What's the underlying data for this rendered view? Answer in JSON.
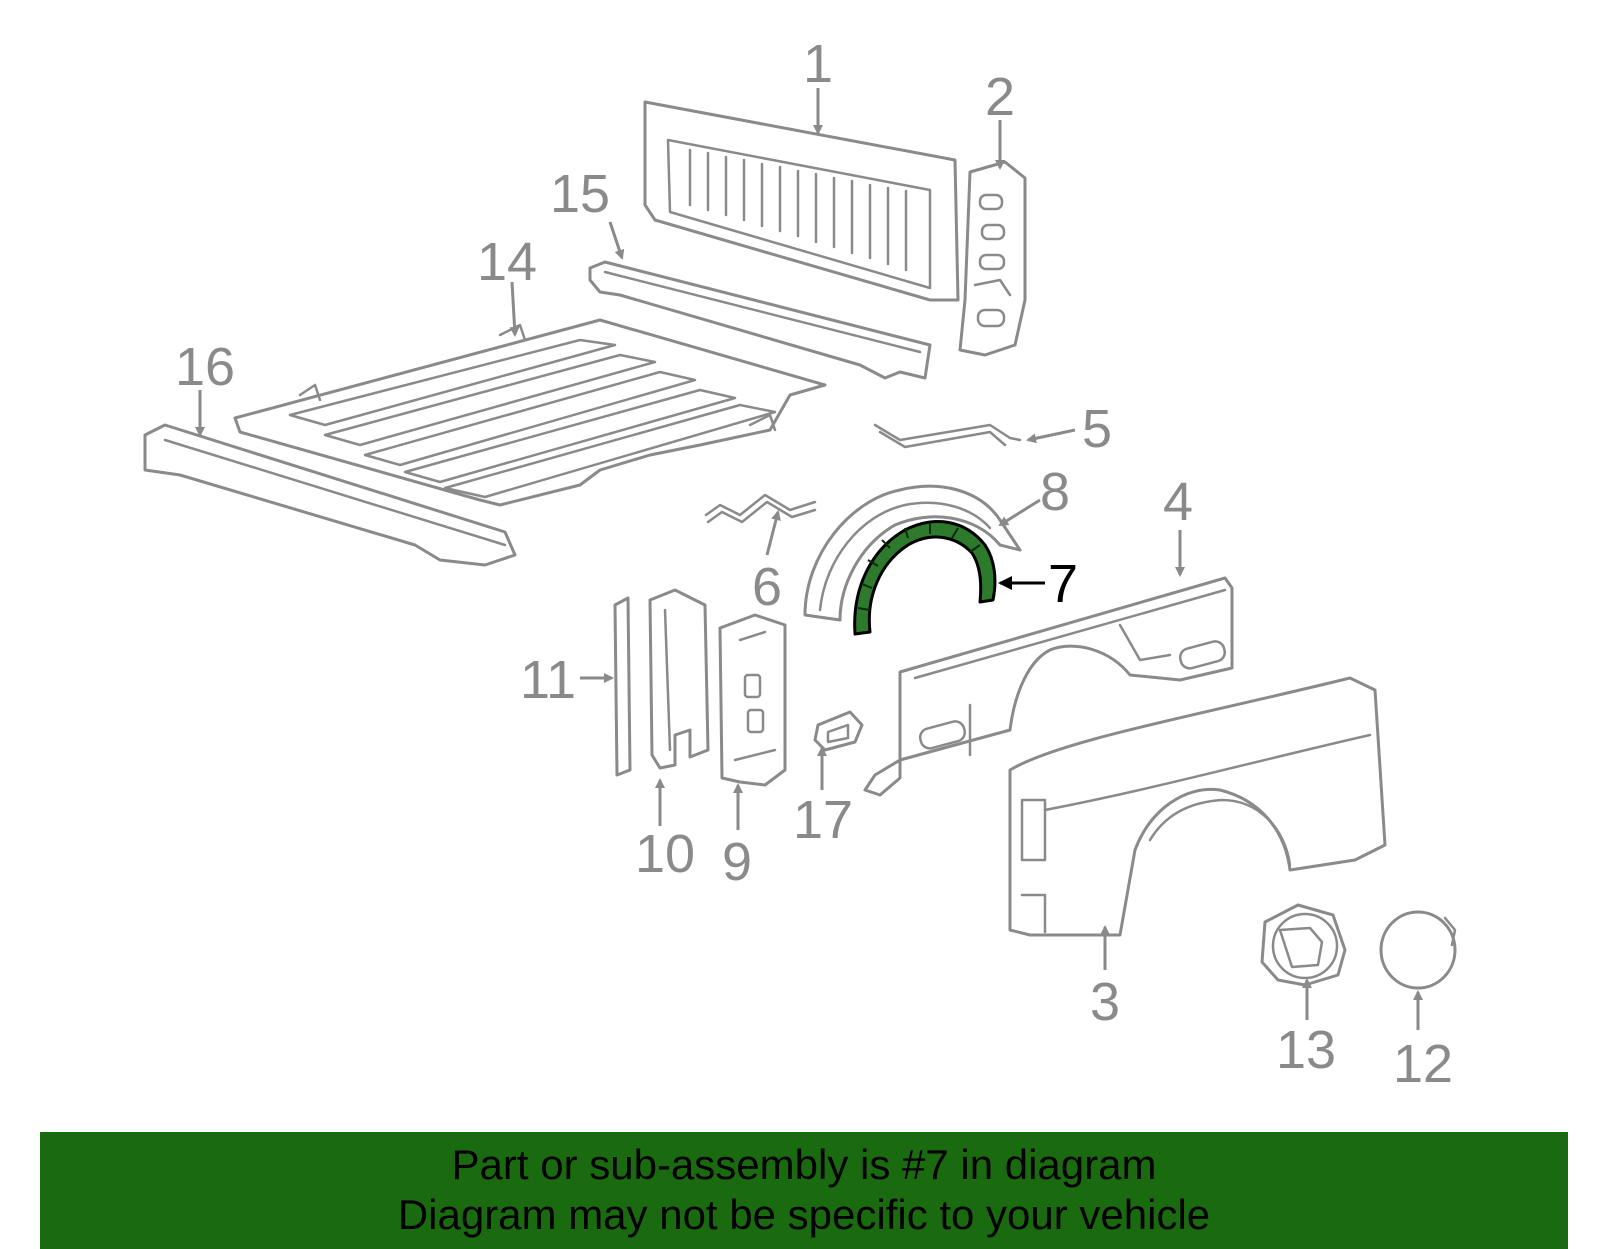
{
  "diagram": {
    "highlight_color": "#2d7a2d",
    "line_color": "#8a8a8a",
    "highlighted_callout": "7",
    "callouts": [
      "1",
      "2",
      "3",
      "4",
      "5",
      "6",
      "7",
      "8",
      "9",
      "10",
      "11",
      "12",
      "13",
      "14",
      "15",
      "16",
      "17"
    ]
  },
  "banner": {
    "background": "#1a6b0f",
    "line1": "Part or sub-assembly is #7 in diagram",
    "line2": "Diagram may not be specific to your vehicle"
  }
}
